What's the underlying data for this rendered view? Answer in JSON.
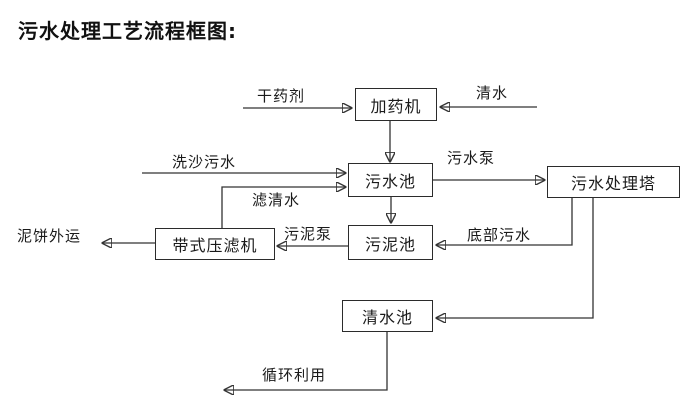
{
  "title": "污水处理工艺流程框图:",
  "colors": {
    "background": "#ffffff",
    "line": "#333333",
    "text": "#1a1a1a"
  },
  "nodes": {
    "dosing_machine": "加药机",
    "sewage_pool": "污水池",
    "sewage_treatment_tower": "污水处理塔",
    "sludge_pool": "污泥池",
    "belt_filter_press": "带式压滤机",
    "clear_water_pool": "清水池"
  },
  "flow_labels": {
    "dry_chemical": "干药剂",
    "clear_water": "清水",
    "sand_washing_sewage": "洗沙污水",
    "sewage_pump": "污水泵",
    "filtered_water": "滤清水",
    "sludge_pump": "污泥泵",
    "bottom_sewage": "底部污水",
    "mud_cake_outbound": "泥饼外运",
    "recycling": "循环利用"
  }
}
